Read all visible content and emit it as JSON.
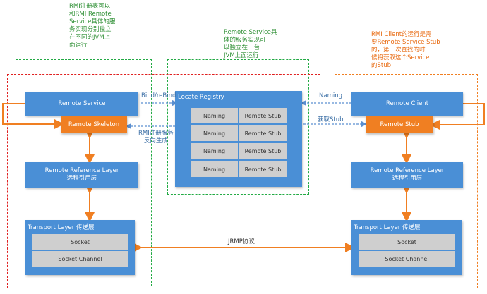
{
  "notes": {
    "left": [
      "RMI注册表可以",
      "和RMI Remote",
      "Service具体的服",
      "务实现分别独立",
      "在不同的JVM上",
      "面运行"
    ],
    "middle": [
      "Remote Service具",
      "体的服务实现可",
      "以独立在一台",
      "JVM上面运行"
    ],
    "right": [
      "RMI Client的运行是需",
      "要Remote Service Stub",
      "的，第一次查找的时",
      "候将获取这个Service",
      "的Stub"
    ]
  },
  "server": {
    "remote_service": "Remote Service",
    "remote_skeleton": "Remote Skeleton",
    "ref_layer_line1": "Remote Reference Layer",
    "ref_layer_line2": "远程引用层",
    "transport_title": "Transport Layer 传送层",
    "socket": "Socket",
    "socket_channel": "Socket Channel"
  },
  "registry": {
    "title": "Locate Registry",
    "rows": [
      {
        "naming": "Naming",
        "stub": "Remote Stub"
      },
      {
        "naming": "Naming",
        "stub": "Remote Stub"
      },
      {
        "naming": "Naming",
        "stub": "Remote Stub"
      },
      {
        "naming": "Naming",
        "stub": "Remote Stub"
      }
    ]
  },
  "client": {
    "remote_client": "Remote Client",
    "remote_stub": "Remote Stub",
    "ref_layer_line1": "Remote Reference Layer",
    "ref_layer_line2": "远程引用层",
    "transport_title": "Transport Layer 传送层",
    "socket": "Socket",
    "socket_channel": "Socket Channel"
  },
  "labels": {
    "bind": "Bind/reBind",
    "rmi_register": [
      "RMI注册服务",
      "反向生成"
    ],
    "naming": "Naming",
    "get_stub": "获取Stub",
    "jrmp": "JRMP协议"
  },
  "colors": {
    "box_blue": "#4a8fd6",
    "box_orange": "#f07f22",
    "arrow_orange": "#f07f22",
    "arrow_blue": "#5a8fd0",
    "dash_green": "#22aa44",
    "dash_red": "#e02020"
  }
}
